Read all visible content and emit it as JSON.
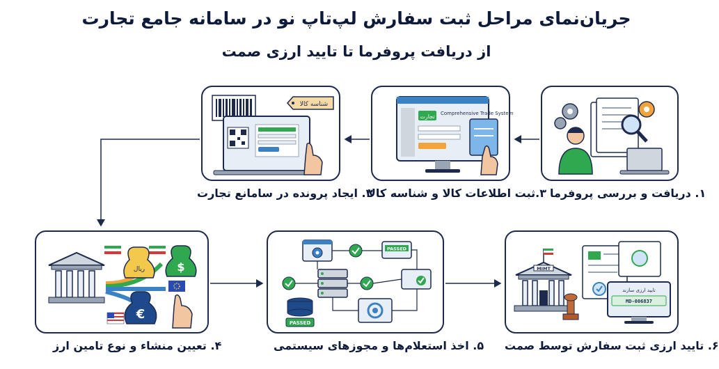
{
  "header": {
    "title": "جریان‌نمای مراحل ثبت سفارش لپ‌تاپ نو در سامانه جامع تجارت",
    "subtitle": "از دریافت پروفرما تا تایید ارزی صمت"
  },
  "steps": [
    {
      "label": "۱. دریافت و بررسی پروفرما"
    },
    {
      "label": "۳.ثبت اطلاعات کالا و شناسه کالا"
    },
    {
      "label": "۳. ایجاد پرونده در سامانع تجارت"
    },
    {
      "label": "۴. تعیین منشاء و نوع تامین ارز"
    },
    {
      "label": "۵. اخذ استعلام‌ها و مجوزهای سیستمی"
    },
    {
      "label": "۶. تایید ارزی ثبت سفارش توسط صمت"
    }
  ],
  "illustrations": {
    "system_screen_title": "Comprehensive Trade System",
    "system_screen_badge": "تجارت",
    "product_id_tag": "شناسه کالا",
    "currency_rial_tag": "ریال",
    "currency_dollar_symbol": "$",
    "currency_euro_symbol": "€",
    "passed_label_1": "PASSED",
    "passed_label_2": "PASSED",
    "ministry_label": "MIMT",
    "approval_title": "تایید ارزی سازند",
    "approval_code": "MD-006837"
  },
  "colors": {
    "border": "#1d2a4d",
    "accent_blue": "#3b82c4",
    "accent_green": "#2fa84f",
    "accent_orange": "#f2a33a"
  }
}
